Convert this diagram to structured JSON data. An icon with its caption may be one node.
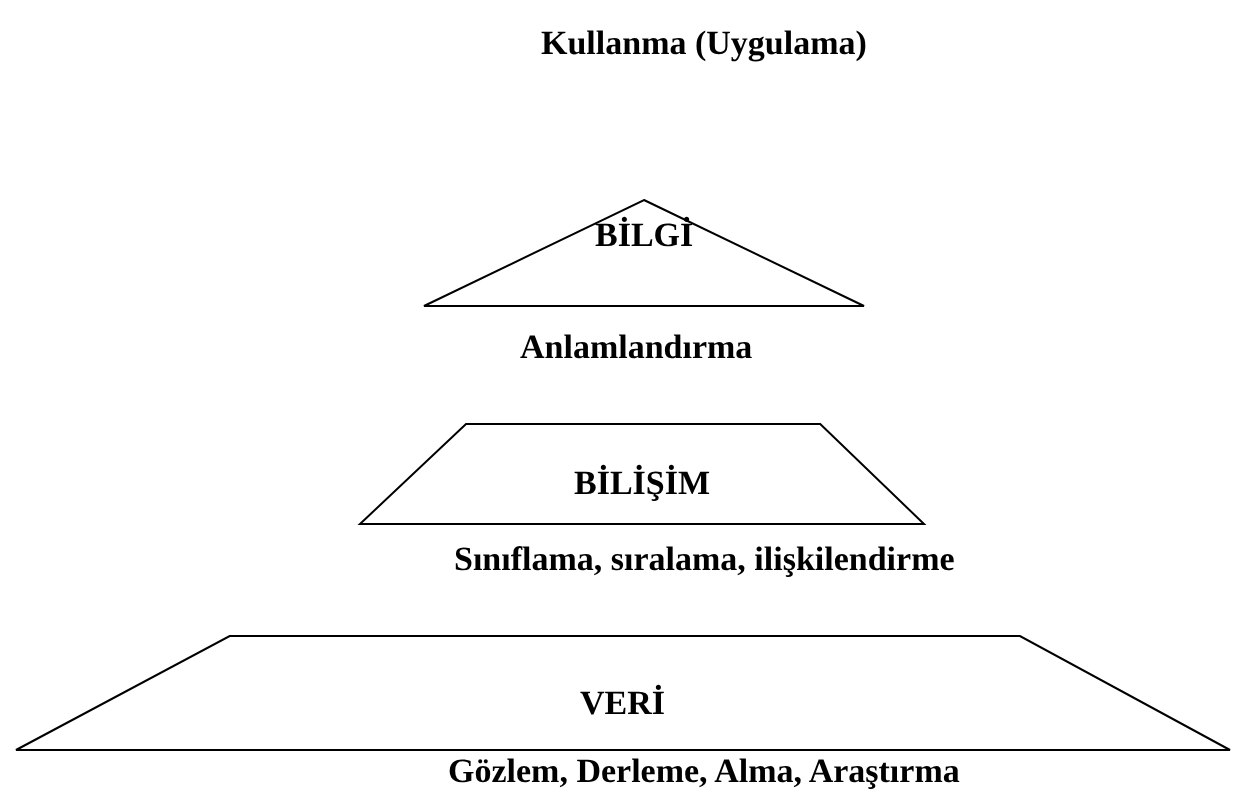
{
  "diagram": {
    "nodes": [
      {
        "text": [
          "BİLGİ"
        ],
        "beside": [
          "Anlamlandırma"
        ]
      },
      {
        "text": [
          "BİLİŞİM"
        ],
        "beside": [
          "Sınıflama, sıralama, ilişkilendirme"
        ]
      },
      {
        "text": [
          "VERİ"
        ],
        "beside": [
          "Gözlem, Derleme, Alma, Araştırma"
        ]
      }
    ],
    "edges": [],
    "labels": [
      "Kullanma (Uygulama)"
    ]
  }
}
